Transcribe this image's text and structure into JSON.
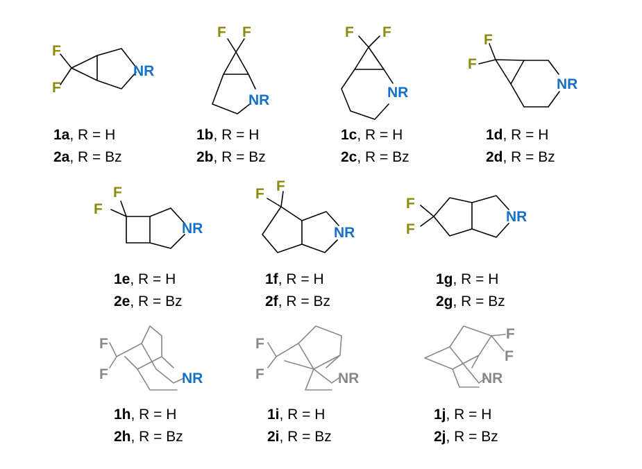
{
  "colors": {
    "fluorine": "#8c8a0a",
    "nitrogen": "#1470c8",
    "bond": "#000000",
    "bond_grey": "#888888",
    "atom_grey": "#888888",
    "text": "#000000"
  },
  "atoms": {
    "F": "F",
    "NR": "NR"
  },
  "compounds": [
    {
      "id": "a",
      "line1_num": "1a",
      "line2_num": "2a",
      "line1_rest": ", R = H",
      "line2_rest": ", R = Bz"
    },
    {
      "id": "b",
      "line1_num": "1b",
      "line2_num": "2b",
      "line1_rest": ", R = H",
      "line2_rest": ", R = Bz"
    },
    {
      "id": "c",
      "line1_num": "1c",
      "line2_num": "2c",
      "line1_rest": ", R = H",
      "line2_rest": ", R = Bz"
    },
    {
      "id": "d",
      "line1_num": "1d",
      "line2_num": "2d",
      "line1_rest": ", R = H",
      "line2_rest": ", R = Bz"
    },
    {
      "id": "e",
      "line1_num": "1e",
      "line2_num": "2e",
      "line1_rest": ", R = H",
      "line2_rest": ", R = Bz"
    },
    {
      "id": "f",
      "line1_num": "1f",
      "line2_num": "2f",
      "line1_rest": ", R = H",
      "line2_rest": ", R = Bz"
    },
    {
      "id": "g",
      "line1_num": "1g",
      "line2_num": "2g",
      "line1_rest": ", R = H",
      "line2_rest": ", R = Bz"
    },
    {
      "id": "h",
      "line1_num": "1h",
      "line2_num": "2h",
      "line1_rest": ", R = H",
      "line2_rest": ", R = Bz"
    },
    {
      "id": "i",
      "line1_num": "1i",
      "line2_num": "2i",
      "line1_rest": ", R = H",
      "line2_rest": ", R = Bz"
    },
    {
      "id": "j",
      "line1_num": "1j",
      "line2_num": "2j",
      "line1_rest": ", R = H",
      "line2_rest": ", R = Bz"
    }
  ]
}
